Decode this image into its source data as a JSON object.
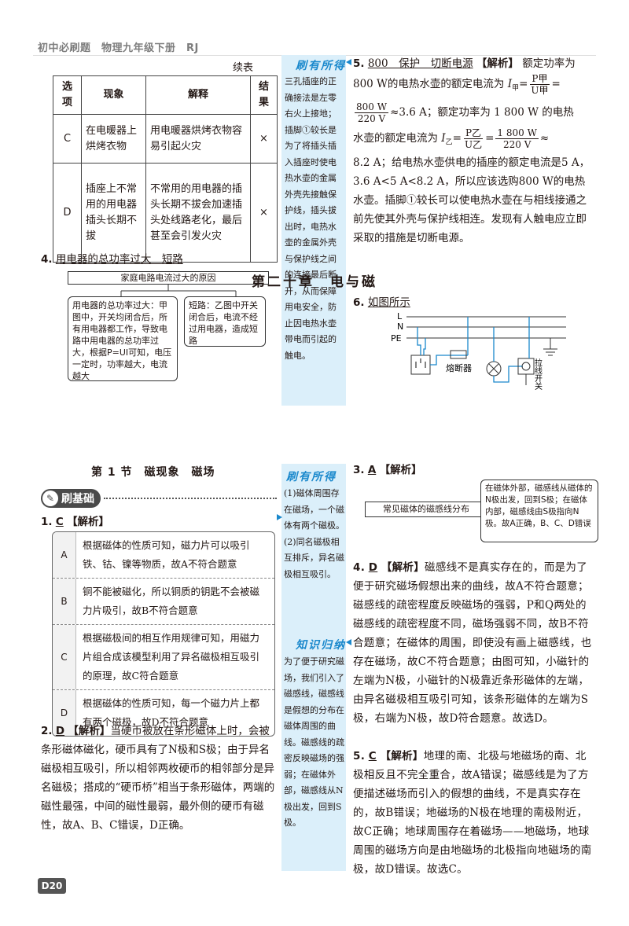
{
  "header": {
    "text": "初中必刷题　物理九年级下册　RJ"
  },
  "page_number": "D20",
  "table_continued": "续表",
  "table": {
    "headers": [
      "选项",
      "现象",
      "解释",
      "结果"
    ],
    "rows": [
      {
        "opt": "C",
        "phen": "在电暖器上烘烤衣物",
        "expl": "用电暖器烘烤衣物容易引起火灾",
        "res": "×"
      },
      {
        "opt": "D",
        "phen": "插座上不常用的用电器插头长期不拔",
        "expl": "不常用的用电器的插头长期不拔会加速插头处线路老化，最后甚至会引发火灾",
        "res": "×"
      }
    ]
  },
  "q4_top": {
    "num": "4.",
    "answer": "用电器的总功率过大　短路",
    "diagram_title": "家庭电路电流过大的原因",
    "box1": "用电器的总功率过大：甲图中，开关均闭合后，所有用电器都工作，导致电路中用电器的总功率过大，根据P=UI可知，电压一定时，功率越大，电流越大",
    "box2": "短路：乙图中开关闭合后，电流不经过用电器，造成短路"
  },
  "side1": {
    "title": "刷有所得",
    "text": "三孔插座的正确接法是左零右火上接地；插脚①较长是为了将插头插入插座时使电热水壶的金属外壳先接触保护线，插头拔出时，电热水壶的金属外壳与保护线之间的连接最后断开，从而保障用电安全，防止因电热水壶带电而引起的触电。"
  },
  "q5_top": {
    "num": "5.",
    "answer": "800　保护　切断电源",
    "jiexi": "【解析】",
    "p1": "额定功率为800 W的电热水壶的额定电流为",
    "i_jia_label": "I",
    "sub_jia": "甲",
    "frac1_n": "P甲",
    "frac1_d": "U甲",
    "frac2_n": "800 W",
    "frac2_d": "220 V",
    "p2": "≈3.6 A；额定功率为 1 800 W 的电热",
    "p3": "水壶的额定电流为",
    "i_yi_label": "I",
    "sub_yi": "乙",
    "frac3_n": "P乙",
    "frac3_d": "U乙",
    "frac4_n": "1 800 W",
    "frac4_d": "220 V",
    "p4": "8.2 A；给电热水壶供电的插座的额定电流是5 A，3.6 A<5 A<8.2 A，所以应该选购800 W的电热水壶。插脚①较长可以使电热水壶在与相线接通之前先使其外壳与保护线相连。发现有人触电应立即采取的措施是切断电源。"
  },
  "q6_top": {
    "num": "6.",
    "answer": "如图所示",
    "wire_L": "L",
    "wire_N": "N",
    "wire_PE": "PE",
    "fuse_label": "熔断器",
    "switch_label": "拉线开关"
  },
  "chapter": {
    "title": "第二十章　电与磁"
  },
  "section": {
    "title": "第 1 节　磁现象　磁场"
  },
  "badge": {
    "label": "刷基础"
  },
  "q1": {
    "num": "1.",
    "answer": "C",
    "jiexi": "【解析】",
    "rows": [
      {
        "opt": "A",
        "text": "根据磁体的性质可知，磁力片可以吸引铁、钴、镍等物质，故A不符合题意"
      },
      {
        "opt": "B",
        "text": "铜不能被磁化，所以铜质的钥匙不会被磁力片吸引，故B不符合题意"
      },
      {
        "opt": "C",
        "text": "根据磁极间的相互作用规律可知，用磁力片组合成该模型利用了异名磁极相互吸引的原理，故C符合题意"
      },
      {
        "opt": "D",
        "text": "根据磁体的性质可知，每一个磁力片上都有两个磁极，故D不符合题意"
      }
    ]
  },
  "q2": {
    "num": "2.",
    "answer": "D",
    "jiexi": "【解析】",
    "text": "当硬币被放在条形磁体上时，会被条形磁体磁化，硬币具有了N极和S极；由于异名磁极相互吸引，所以相邻两枚硬币的相邻部分是异名磁极；搭成的“硬币桥”相当于条形磁体，两端的磁性最强，中间的磁性最弱，最外侧的硬币有磁性，故A、B、C错误，D正确。"
  },
  "side2": {
    "title": "刷有所得",
    "text": "(1)磁体周围存在磁场，一个磁体有两个磁极。(2)同名磁极相互排斥，异名磁极相互吸引。"
  },
  "side3": {
    "title": "知识归纳",
    "text": "为了便于研究磁场，我们引入了磁感线，磁感线是假想的分布在磁体周围的曲线。磁感线的疏密反映磁场的强弱；在磁体外部，磁感线从N极出发，回到S极。"
  },
  "q3": {
    "num": "3.",
    "answer": "A",
    "jiexi": "【解析】",
    "box_left": "常见磁体的磁感线分布",
    "box_right": "在磁体外部，磁感线从磁体的N极出发，回到S极；在磁体内部，磁感线由S极指向N极。故A正确，B、C、D错误"
  },
  "q4": {
    "num": "4.",
    "answer": "D",
    "jiexi": "【解析】",
    "text": "磁感线不是真实存在的，而是为了便于研究磁场假想出来的曲线，故A不符合题意；磁感线的疏密程度反映磁场的强弱，P和Q两处的磁感线的疏密程度不同，磁场强弱不同，故B不符合题意；在磁体的周围，即使没有画上磁感线，也存在磁场，故C不符合题意；由图可知，小磁针的左端为N极，小磁针的N极靠近条形磁体的左端，由异名磁极相互吸引可知，该条形磁体的左端为S极，右端为N极，故D符合题意。故选D。"
  },
  "q5": {
    "num": "5.",
    "answer": "C",
    "jiexi": "【解析】",
    "text": "地理的南、北极与地磁场的南、北极相反且不完全重合，故A错误；磁感线是为了方便描述磁场而引入的假想的曲线，不是真实存在的，故B错误；地磁场的N极在地理的南极附近，故C正确；地球周围存在着磁场——地磁场，地球周围的磁场方向是由地磁场的北极指向地磁场的南极，故D错误。故选C。"
  }
}
